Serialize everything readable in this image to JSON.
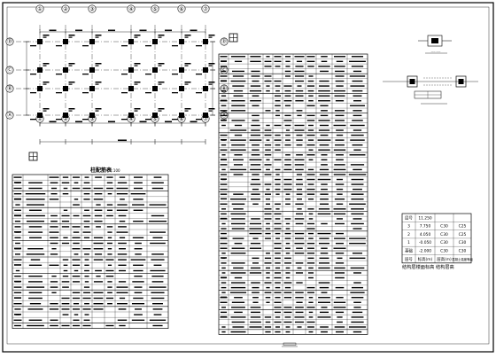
{
  "drawing": {
    "plan": {
      "axis_top": [
        "①",
        "②",
        "③",
        "④",
        "⑤",
        "⑥",
        "⑦"
      ],
      "axis_bottom": [
        "①",
        "②",
        "③",
        "④",
        "⑤",
        "⑥",
        "⑦"
      ],
      "axis_left": [
        "Ⓓ",
        "Ⓒ",
        "Ⓑ",
        "Ⓐ"
      ],
      "axis_right": [
        "Ⓓ",
        "Ⓒ",
        "Ⓑ",
        "Ⓐ"
      ]
    },
    "left_table": {
      "title": "柱配筋表",
      "scale": "1:100"
    },
    "grade_table": {
      "rows": [
        {
          "c0": "层号",
          "c1": "11.250",
          "c2": "",
          "c3": ""
        },
        {
          "c0": "3",
          "c1": "7.750",
          "c2": "C30",
          "c3": "C25"
        },
        {
          "c0": "2",
          "c1": "4.050",
          "c2": "C30",
          "c3": "C25"
        },
        {
          "c0": "1",
          "c1": "-0.050",
          "c2": "C30",
          "c3": "C30"
        },
        {
          "c0": "基础",
          "c1": "-2.000",
          "c2": "C30",
          "c3": "C30"
        },
        {
          "c0": "层号",
          "c1": "标高(m)",
          "c2": "层高(m)",
          "c3": "混凝土强度等级"
        }
      ],
      "caption": "结构层楼面标高 结构层高"
    }
  }
}
